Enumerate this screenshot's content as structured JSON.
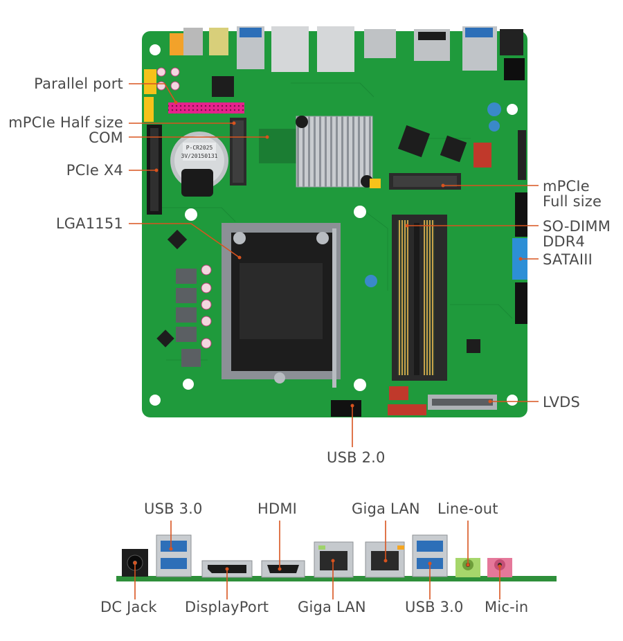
{
  "board_labels": {
    "parallel_port": "Parallel port",
    "mpcie_half_size": "mPCIe Half size",
    "com": "COM",
    "pcie_x4": "PCIe X4",
    "lga1151": "LGA1151",
    "mpcie_full_size_line1": "mPCIe",
    "mpcie_full_size_line2": "Full size",
    "sodimm_line1": "SO-DIMM",
    "sodimm_line2": "DDR4",
    "sataiii": "SATAIII",
    "lvds": "LVDS",
    "usb20": "USB 2.0"
  },
  "io_labels": {
    "usb30_top": "USB 3.0",
    "hdmi": "HDMI",
    "giga_lan_top": "Giga LAN",
    "line_out": "Line-out",
    "dc_jack": "DC Jack",
    "displayport": "DisplayPort",
    "giga_lan_bottom": "Giga LAN",
    "usb30_bottom": "USB 3.0",
    "mic_in": "Mic-in"
  },
  "board_print": {
    "battery_text_line1": "P-CR2025",
    "battery_text_line2": "3V/20150131"
  },
  "colors": {
    "pcb_green": "#1f9a3c",
    "callout_orange": "#d9531e",
    "label_gray": "#4a4a4a"
  }
}
